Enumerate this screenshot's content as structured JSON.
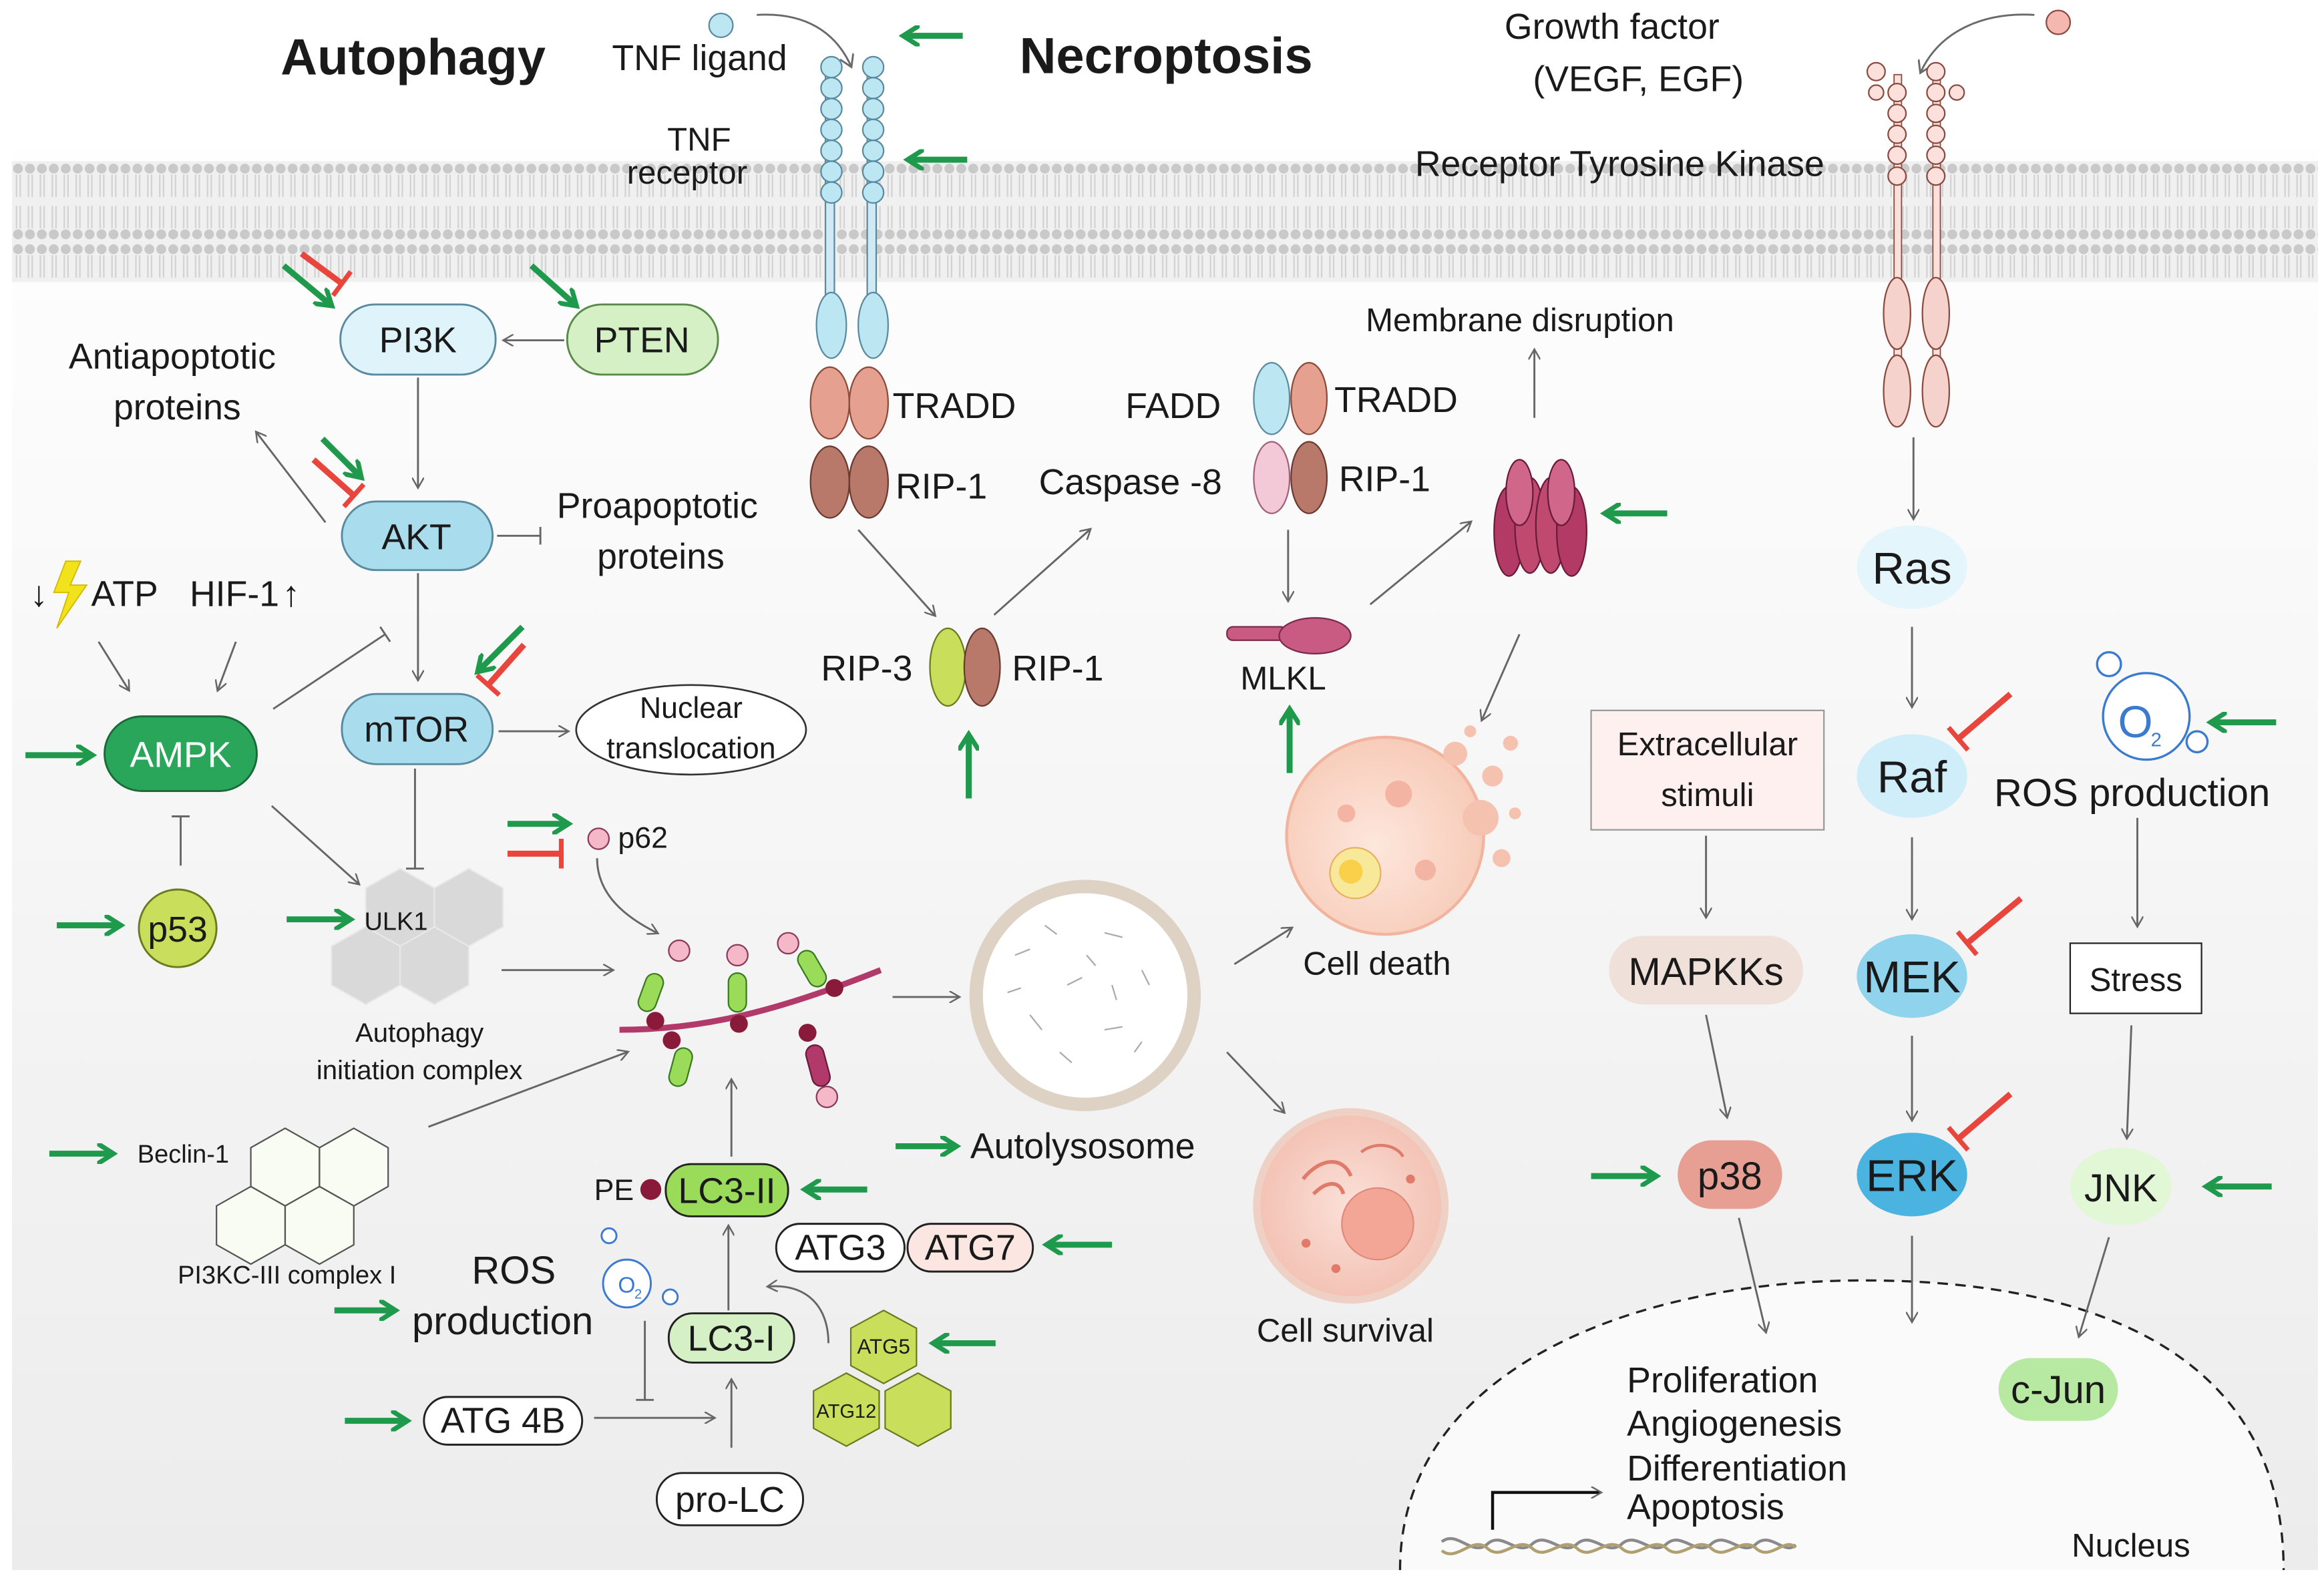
{
  "headings": {
    "autophagy": "Autophagy",
    "necroptosis": "Necroptosis"
  },
  "receptors": {
    "tnf_ligand": "TNF ligand",
    "tnf_receptor_line1": "TNF",
    "tnf_receptor_line2": "receptor",
    "growth_factor_line1": "Growth factor",
    "growth_factor_line2": "(VEGF, EGF)",
    "rtk": "Receptor Tyrosine Kinase"
  },
  "autophagy": {
    "pi3k": "PI3K",
    "pten": "PTEN",
    "akt": "AKT",
    "mtor": "mTOR",
    "ampk": "AMPK",
    "p53": "p53",
    "antiapoptotic_line1": "Antiapoptotic",
    "antiapoptotic_line2": "proteins",
    "proapoptotic_line1": "Proapoptotic",
    "proapoptotic_line2": "proteins",
    "atp": "ATP",
    "hif1": "HIF-1",
    "nuclear_line1": "Nuclear",
    "nuclear_line2": "translocation",
    "ulk1": "ULK1",
    "aic_line1": "Autophagy",
    "aic_line2": "initiation complex",
    "beclin1": "Beclin-1",
    "pi3kc": "PI3KC-III complex I",
    "p62": "p62",
    "pe": "PE",
    "lc3_2": "LC3-II",
    "lc3_1": "LC3-I",
    "atg3": "ATG3",
    "atg7": "ATG7",
    "atg5": "ATG5",
    "atg12": "ATG12",
    "atg4b": "ATG 4B",
    "prolc": "pro-LC",
    "ros_line1": "ROS",
    "ros_line2": "production",
    "o2": "O",
    "o2_sub": "2",
    "autolysosome": "Autolysosome",
    "cell_death": "Cell death",
    "cell_survival": "Cell survival"
  },
  "necroptosis": {
    "tradd": "TRADD",
    "rip1": "RIP-1",
    "fadd": "FADD",
    "tradd2": "TRADD",
    "caspase8": "Caspase -8",
    "rip1b": "RIP-1",
    "rip3": "RIP-3",
    "rip1c": "RIP-1",
    "mlkl": "MLKL",
    "membrane_disruption": "Membrane disruption"
  },
  "mapk": {
    "ras": "Ras",
    "raf": "Raf",
    "mek": "MEK",
    "erk": "ERK",
    "extracellular_line1": "Extracellular",
    "extracellular_line2": "stimuli",
    "mapkks": "MAPKKs",
    "p38": "p38",
    "ros_production": "ROS production",
    "stress": "Stress",
    "jnk": "JNK",
    "cjun": "c-Jun",
    "o2": "O",
    "o2_sub": "2"
  },
  "nucleus": {
    "outcomes": [
      "Proliferation",
      "Angiogenesis",
      "Differentiation",
      "Apoptosis"
    ],
    "label": "Nucleus"
  },
  "colors": {
    "activate_arrow": "#1f9a4c",
    "inhibit_arrow": "#e8453c",
    "ampk_fill": "#2aa65a",
    "blue_node": "#a9dcec",
    "light_blue_node": "#dff3fb",
    "green_node": "#d4f0c4",
    "lime_node": "#c9de5a",
    "salmon_node": "#e79f93",
    "mapkks_fill": "#efe0da",
    "ras_fill": "#e4f5fb",
    "erk_fill": "#4ab3e0",
    "mek_fill": "#8fd3ec",
    "jnk_fill": "#e2f7d6",
    "cjun_fill": "#b7e9a3",
    "membrane": "#c8c8c8"
  }
}
